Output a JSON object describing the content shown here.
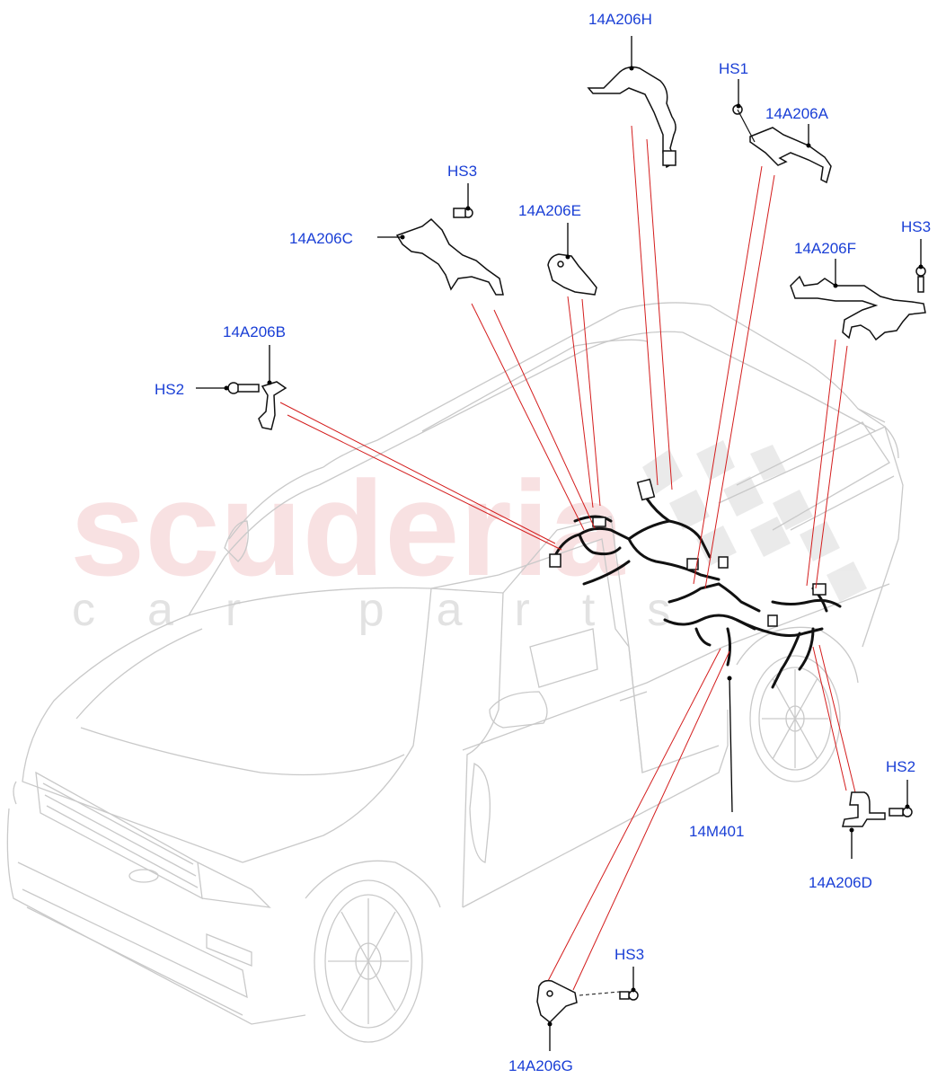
{
  "watermark": {
    "brand": "scuderia",
    "tagline": "car parts"
  },
  "callouts": [
    {
      "id": "14A206H",
      "text": "14A206H"
    },
    {
      "id": "HS1",
      "text": "HS1"
    },
    {
      "id": "14A206A",
      "text": "14A206A"
    },
    {
      "id": "HS3-c",
      "text": "HS3"
    },
    {
      "id": "14A206E",
      "text": "14A206E"
    },
    {
      "id": "14A206C",
      "text": "14A206C"
    },
    {
      "id": "HS3-f",
      "text": "HS3"
    },
    {
      "id": "14A206F",
      "text": "14A206F"
    },
    {
      "id": "14A206B",
      "text": "14A206B"
    },
    {
      "id": "HS2-b",
      "text": "HS2"
    },
    {
      "id": "HS2-d",
      "text": "HS2"
    },
    {
      "id": "14M401",
      "text": "14M401"
    },
    {
      "id": "14A206D",
      "text": "14A206D"
    },
    {
      "id": "HS3-g",
      "text": "HS3"
    },
    {
      "id": "14A206G",
      "text": "14A206G"
    }
  ]
}
